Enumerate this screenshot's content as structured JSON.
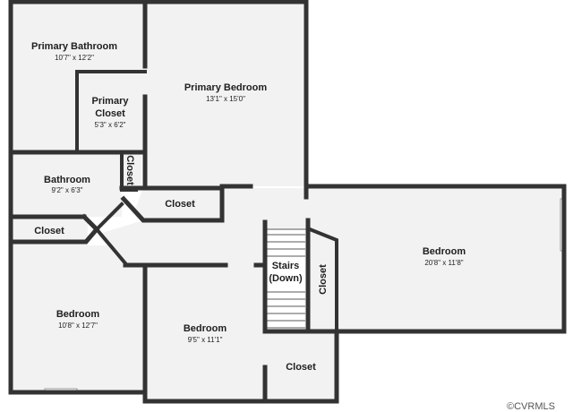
{
  "rooms": {
    "primary_bathroom": {
      "name": "Primary Bathroom",
      "size": "10'7\" x 12'2\""
    },
    "primary_closet": {
      "name_line1": "Primary",
      "name_line2": "Closet",
      "size": "5'3\" x 6'2\""
    },
    "primary_bedroom": {
      "name": "Primary Bedroom",
      "size": "13'1\" x 15'0\""
    },
    "bathroom": {
      "name": "Bathroom",
      "size": "9'2\" x 6'3\""
    },
    "closet_vertical_top": {
      "name": "Closet"
    },
    "closet_middle": {
      "name": "Closet"
    },
    "closet_left": {
      "name": "Closet"
    },
    "bedroom_large_right": {
      "name": "Bedroom",
      "size": "20'8\" x 11'8\""
    },
    "stairs": {
      "name_line1": "Stairs",
      "name_line2": "(Down)"
    },
    "closet_vertical_stairs": {
      "name": "Closet"
    },
    "bedroom_left": {
      "name": "Bedroom",
      "size": "10'8\" x 12'7\""
    },
    "bedroom_bottom": {
      "name": "Bedroom",
      "size": "9'5\" x 11'1\""
    },
    "closet_bottom": {
      "name": "Closet"
    }
  },
  "watermark": {
    "text": "©CVRMLS"
  }
}
